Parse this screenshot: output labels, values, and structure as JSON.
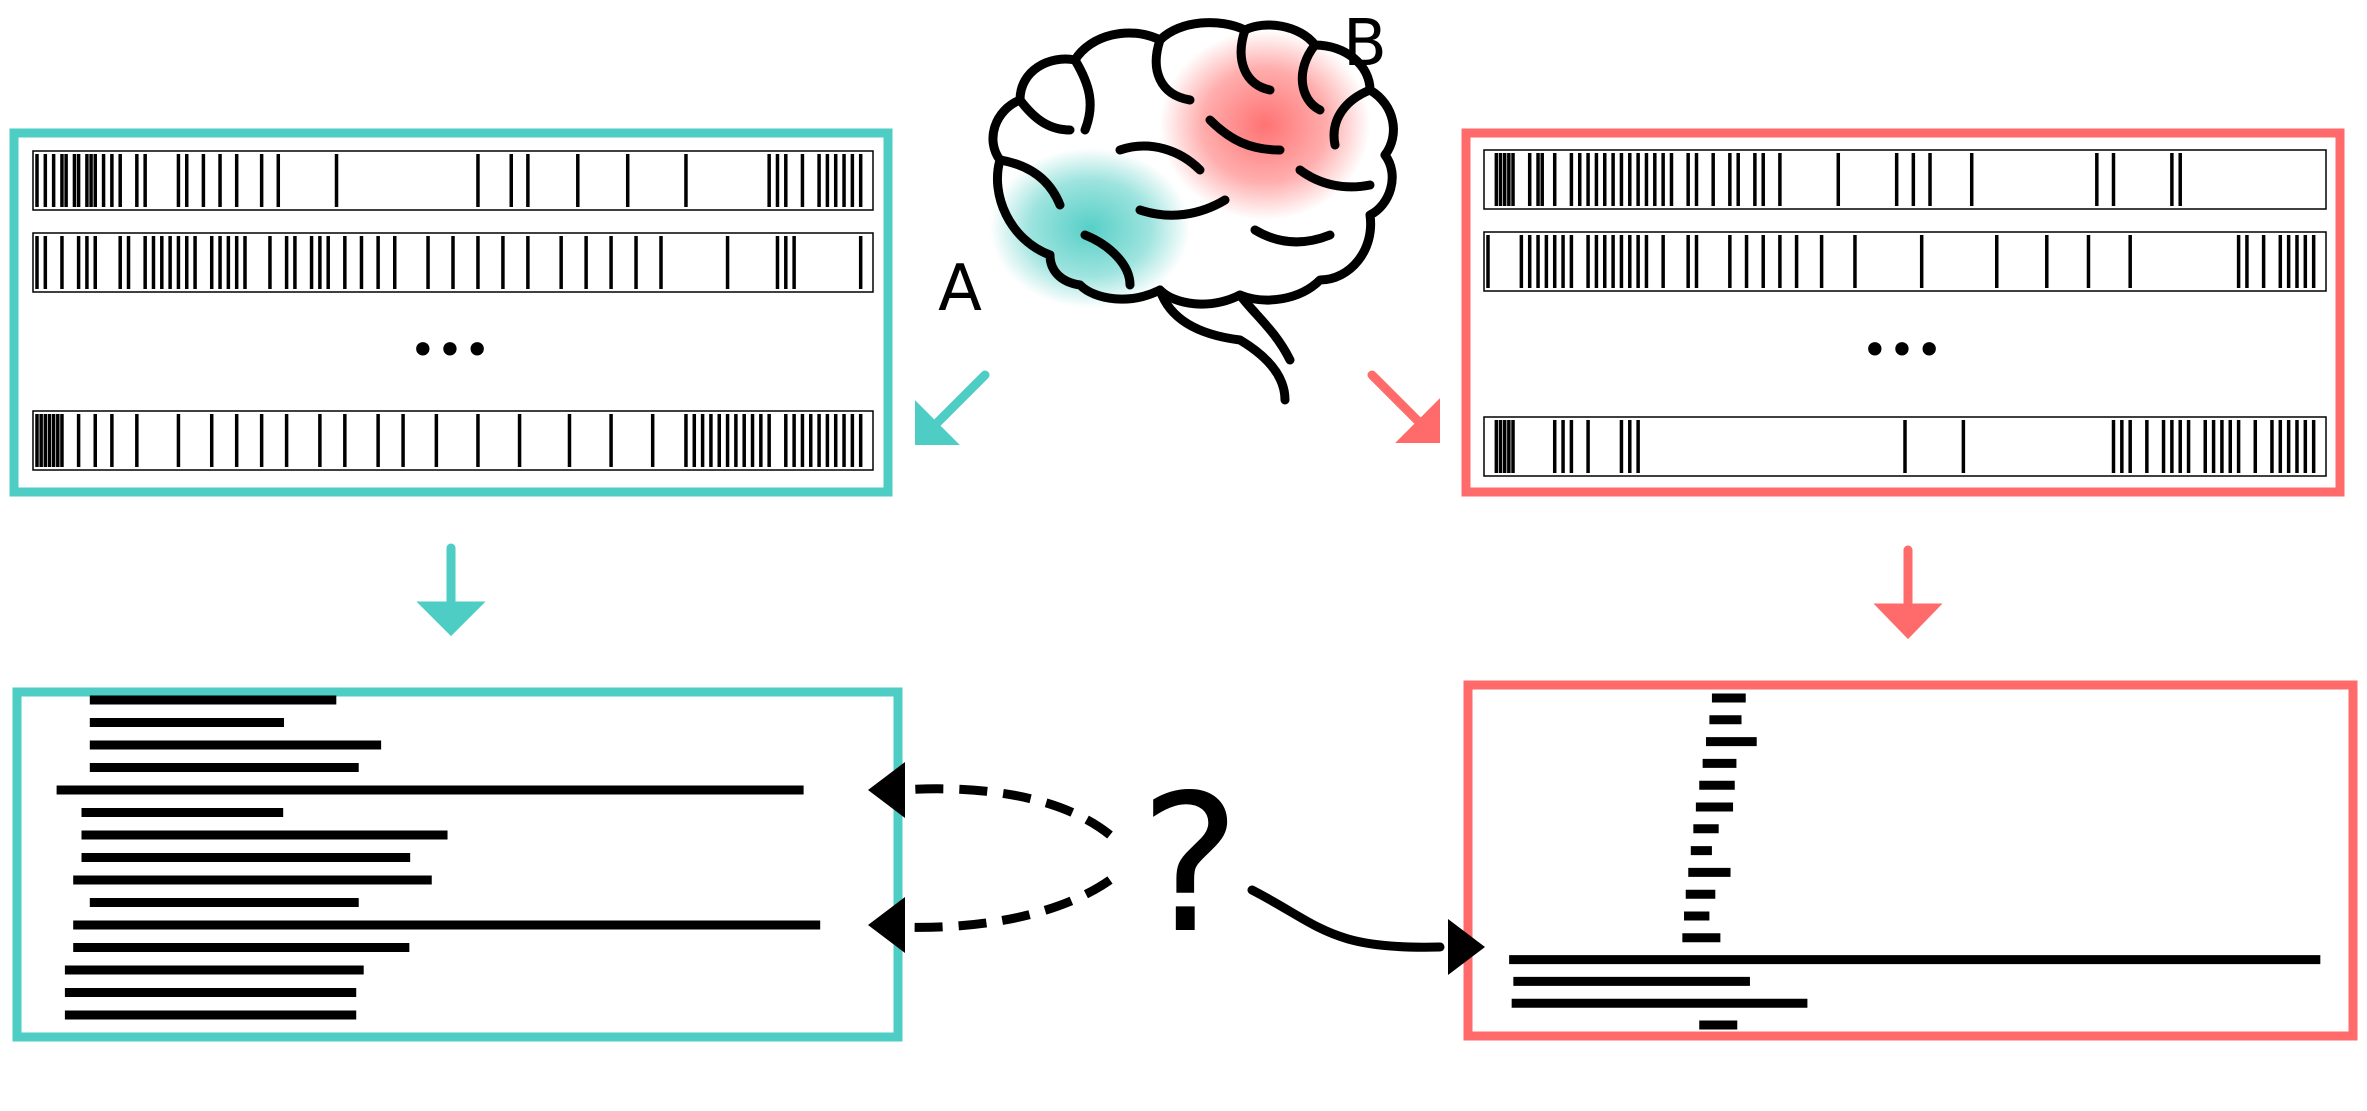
{
  "colors": {
    "region_a": "#4ECDC4",
    "region_b": "#FF6B6B",
    "ink": "#000000",
    "background": "#FFFFFF"
  },
  "labels": {
    "region_a": "A",
    "region_b": "B",
    "ellipsis_a": "•••",
    "ellipsis_b": "•••",
    "question": "?"
  },
  "icons": [
    "brain-icon",
    "arrow-down-left-icon",
    "arrow-down-right-icon",
    "arrow-down-icon",
    "question-mark-icon"
  ],
  "region_a": {
    "spike_trains": [
      {
        "spikes": [
          0.0,
          0.01,
          0.02,
          0.03,
          0.035,
          0.045,
          0.05,
          0.06,
          0.065,
          0.07,
          0.08,
          0.09,
          0.1,
          0.12,
          0.13,
          0.17,
          0.18,
          0.2,
          0.22,
          0.24,
          0.27,
          0.29,
          0.36,
          0.53,
          0.57,
          0.59,
          0.65,
          0.71,
          0.78,
          0.88,
          0.89,
          0.9,
          0.92,
          0.94,
          0.95,
          0.96,
          0.97,
          0.98,
          0.99
        ]
      },
      {
        "spikes": [
          0.0,
          0.01,
          0.03,
          0.05,
          0.06,
          0.07,
          0.1,
          0.11,
          0.13,
          0.14,
          0.15,
          0.16,
          0.17,
          0.18,
          0.19,
          0.21,
          0.22,
          0.23,
          0.24,
          0.25,
          0.28,
          0.3,
          0.31,
          0.33,
          0.34,
          0.35,
          0.37,
          0.39,
          0.41,
          0.43,
          0.47,
          0.5,
          0.53,
          0.56,
          0.59,
          0.63,
          0.66,
          0.69,
          0.72,
          0.75,
          0.83,
          0.89,
          0.9,
          0.91,
          0.99
        ]
      },
      {
        "spikes": [
          0.0,
          0.005,
          0.01,
          0.015,
          0.02,
          0.025,
          0.03,
          0.05,
          0.07,
          0.09,
          0.12,
          0.17,
          0.21,
          0.24,
          0.27,
          0.3,
          0.34,
          0.37,
          0.41,
          0.44,
          0.48,
          0.53,
          0.58,
          0.64,
          0.69,
          0.74,
          0.78,
          0.79,
          0.8,
          0.81,
          0.82,
          0.83,
          0.84,
          0.85,
          0.86,
          0.87,
          0.88,
          0.9,
          0.91,
          0.92,
          0.93,
          0.94,
          0.95,
          0.96,
          0.97,
          0.98,
          0.99
        ]
      }
    ],
    "pattern_bars": [
      0.33,
      0.26,
      0.39,
      0.36,
      1.0,
      0.27,
      0.49,
      0.44,
      0.48,
      0.36,
      1.0,
      0.45,
      0.4,
      0.39,
      0.39
    ],
    "pattern_starts": [
      0.06,
      0.06,
      0.06,
      0.06,
      0.02,
      0.05,
      0.05,
      0.05,
      0.04,
      0.06,
      0.04,
      0.04,
      0.03,
      0.03,
      0.03
    ]
  },
  "region_b": {
    "spike_trains": [
      {
        "spikes": [
          0.01,
          0.015,
          0.02,
          0.025,
          0.03,
          0.05,
          0.06,
          0.065,
          0.08,
          0.1,
          0.11,
          0.12,
          0.13,
          0.14,
          0.15,
          0.16,
          0.17,
          0.18,
          0.19,
          0.2,
          0.21,
          0.22,
          0.24,
          0.25,
          0.27,
          0.29,
          0.3,
          0.32,
          0.33,
          0.35,
          0.42,
          0.49,
          0.51,
          0.53,
          0.58,
          0.73,
          0.75,
          0.82,
          0.83
        ]
      },
      {
        "spikes": [
          0.0,
          0.04,
          0.05,
          0.06,
          0.07,
          0.08,
          0.09,
          0.1,
          0.12,
          0.13,
          0.14,
          0.15,
          0.16,
          0.17,
          0.18,
          0.19,
          0.21,
          0.24,
          0.25,
          0.29,
          0.31,
          0.33,
          0.35,
          0.37,
          0.4,
          0.44,
          0.52,
          0.61,
          0.67,
          0.72,
          0.77,
          0.9,
          0.91,
          0.93,
          0.95,
          0.96,
          0.97,
          0.98,
          0.99
        ]
      },
      {
        "spikes": [
          0.01,
          0.015,
          0.02,
          0.025,
          0.03,
          0.08,
          0.09,
          0.1,
          0.12,
          0.16,
          0.17,
          0.18,
          0.5,
          0.57,
          0.75,
          0.76,
          0.77,
          0.79,
          0.81,
          0.82,
          0.83,
          0.84,
          0.86,
          0.87,
          0.88,
          0.89,
          0.9,
          0.92,
          0.94,
          0.95,
          0.96,
          0.97,
          0.98,
          0.99
        ]
      }
    ],
    "pattern_bars": [
      {
        "start": 0.265,
        "len": 0.04
      },
      {
        "start": 0.262,
        "len": 0.038
      },
      {
        "start": 0.258,
        "len": 0.06
      },
      {
        "start": 0.254,
        "len": 0.04
      },
      {
        "start": 0.25,
        "len": 0.042
      },
      {
        "start": 0.246,
        "len": 0.044
      },
      {
        "start": 0.243,
        "len": 0.03
      },
      {
        "start": 0.24,
        "len": 0.025
      },
      {
        "start": 0.237,
        "len": 0.05
      },
      {
        "start": 0.234,
        "len": 0.035
      },
      {
        "start": 0.232,
        "len": 0.03
      },
      {
        "start": 0.23,
        "len": 0.045
      },
      {
        "start": 0.025,
        "len": 0.96
      },
      {
        "start": 0.03,
        "len": 0.28
      },
      {
        "start": 0.028,
        "len": 0.35
      },
      {
        "start": 0.25,
        "len": 0.045
      }
    ]
  }
}
